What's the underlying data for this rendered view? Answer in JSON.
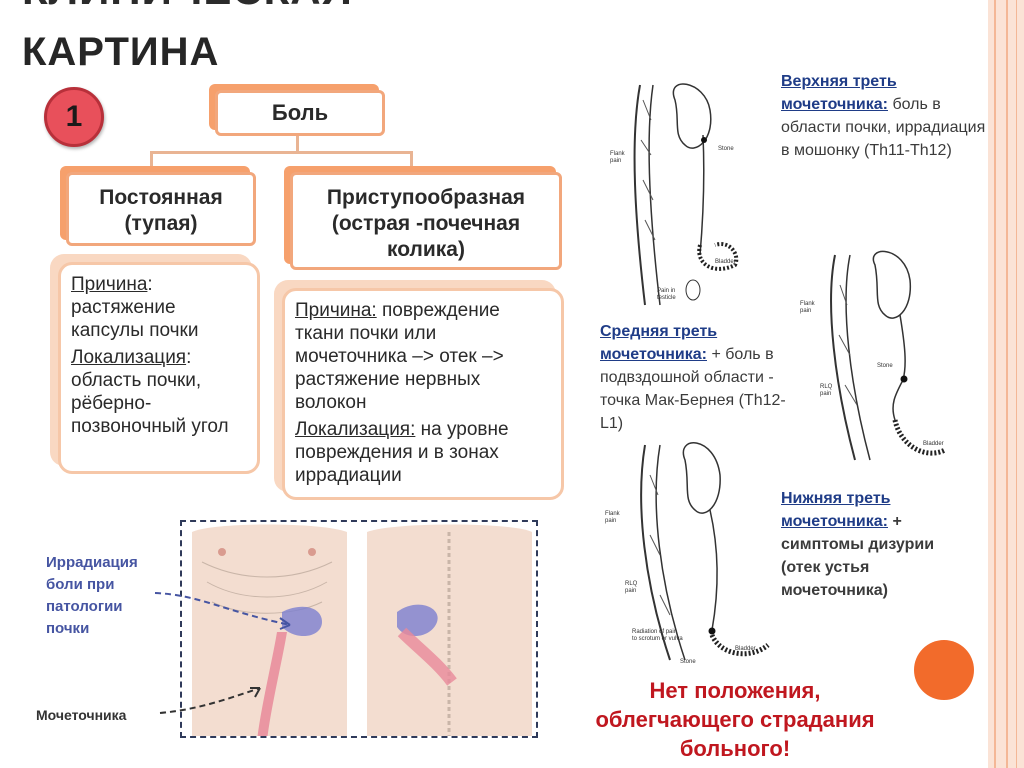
{
  "title_top": "КЛИНИЧЕСКАЯ",
  "title": "КАРТИНА",
  "badge": "1",
  "colors": {
    "accent": "#f6a06c",
    "badge": "#e8505b",
    "heading": "#1f3c87",
    "alert": "#c0171f"
  },
  "pain": {
    "label": "Боль"
  },
  "constant": {
    "label_line1": "Постоянная",
    "label_line2": "(тупая)",
    "cause_label": "Причина",
    "cause_rest": ":",
    "cause_text": "растяжение капсулы почки",
    "loc_label": "Локализация",
    "loc_rest": ":",
    "loc_text": "область почки, рёберно-позвоночный угол"
  },
  "paroxysmal": {
    "label_line1": "Приступообразная",
    "label_line2": "(острая -почечная",
    "label_line3": "колика)",
    "cause_label": "Причина:",
    "cause_text": " повреждение ткани почки или мочеточника –> отек –> растяжение нервных волокон",
    "loc_label": "Локализация:",
    "loc_text": " на уровне повреждения и в зонах иррадиации"
  },
  "upper": {
    "heading": "Верхняя треть мочеточника:",
    "text": " боль в области почки, иррадиация в мошонку (Th11-Th12)"
  },
  "middle": {
    "heading": "Средняя треть мочеточника:",
    "text": " + боль в подвздошной области - точка Мак-Бернея (Th12-L1)"
  },
  "lower": {
    "heading": "Нижняя треть мочеточника:",
    "text": " + симптомы дизурии (отек устья мочеточника)"
  },
  "illus_labels": {
    "flank": "Flank",
    "pain": "pain",
    "stone": "Stone",
    "bladder": "Bladder",
    "pain_testicle_1": "Pain in",
    "pain_testicle_2": "testicle",
    "rlq": "RLQ",
    "radiation_1": "Radiation of pain",
    "radiation_2": "to scrotum or vulva"
  },
  "irradiation_label": "Иррадиация боли при патологии почки",
  "ureter_label": "Мочеточника",
  "final_line1": "Нет положения,",
  "final_line2": "облегчающего страдания",
  "final_line3": "больного!"
}
